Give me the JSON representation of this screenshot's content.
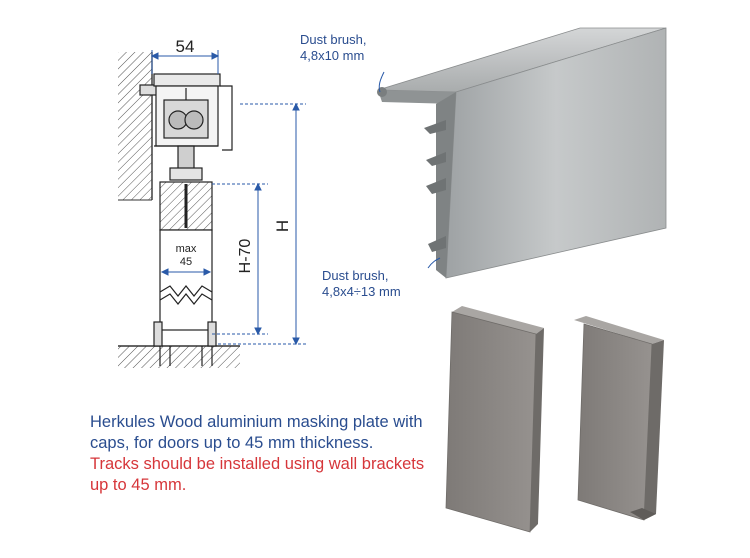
{
  "drawing": {
    "width_label": "54",
    "height_label": "H",
    "inner_height_label": "H-70",
    "max_label": "max",
    "max_value": "45"
  },
  "callouts": {
    "dust_brush_top_title": "Dust brush,",
    "dust_brush_top_size": "4,8x10 mm",
    "dust_brush_bottom_title": "Dust brush,",
    "dust_brush_bottom_size": "4,8x4÷13 mm"
  },
  "caption": {
    "description": "Herkules Wood aluminium masking plate with caps, for doors up to 45 mm thickness.",
    "note": "Tracks should be installed using wall brackets up to 45 mm."
  },
  "colors": {
    "dimension_blue": "#2a5aa8",
    "caption_blue": "#2a4d8f",
    "caption_red": "#d6363a",
    "aluminium": "#b9bcbd",
    "cap_grey": "#8d8a87"
  }
}
